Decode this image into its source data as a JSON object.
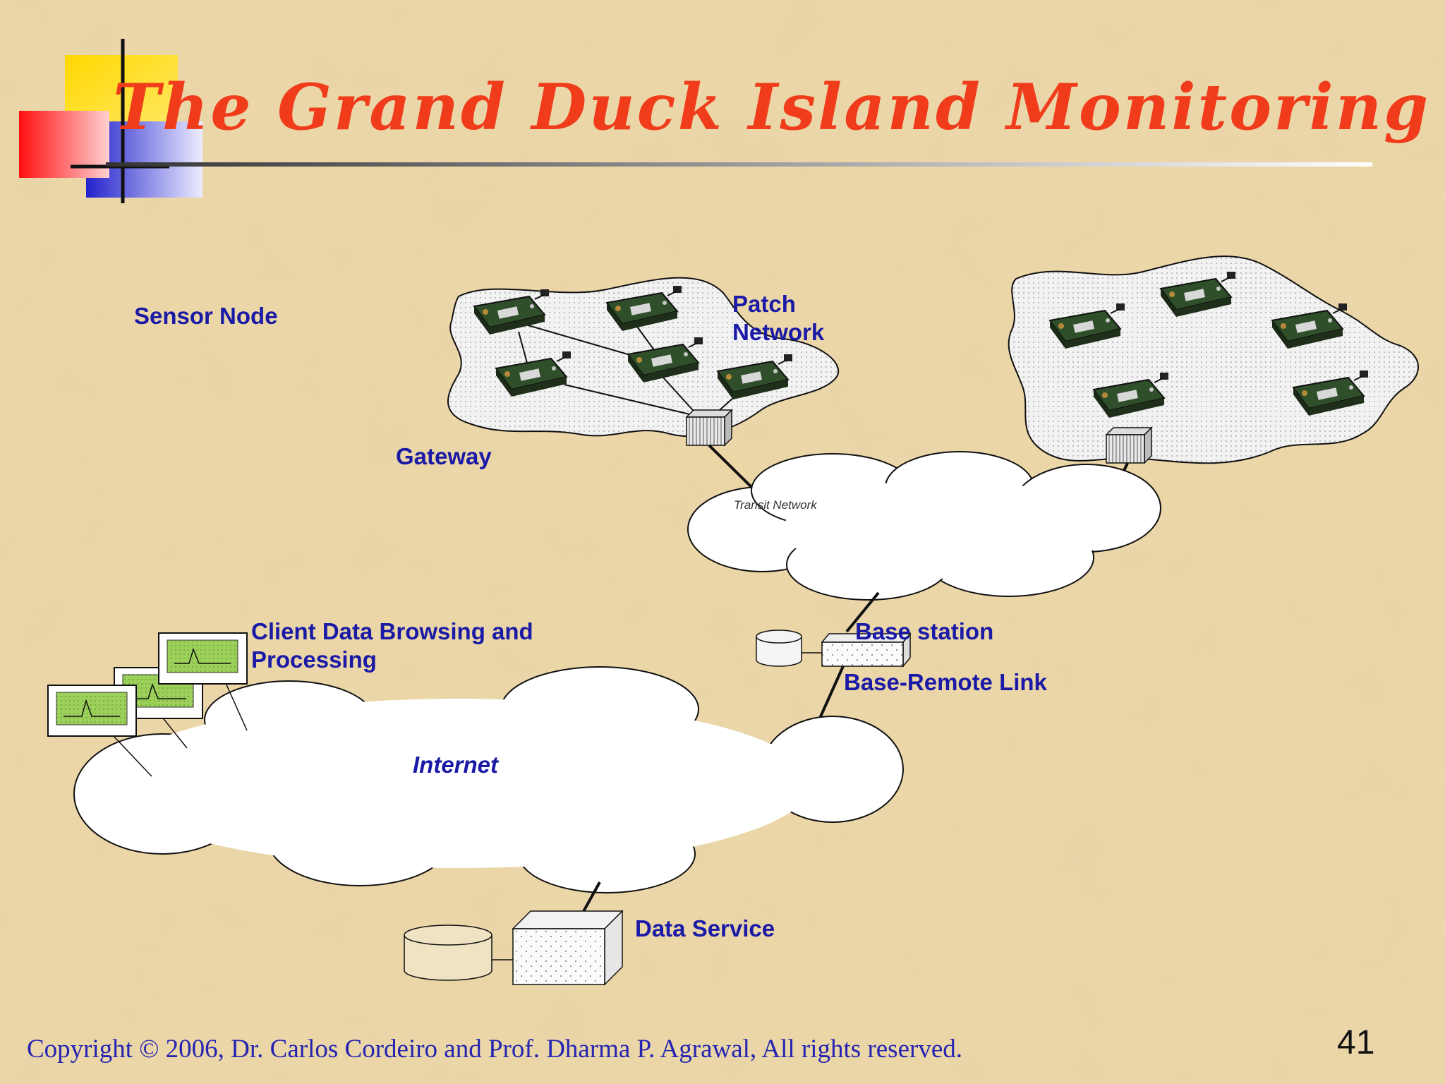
{
  "slide": {
    "title": "The Grand Duck Island Monitoring Netwo",
    "footer": "Copyright © 2006, Dr. Carlos Cordeiro and  Prof. Dharma P. Agrawal,  All rights reserved.",
    "page_number": "41"
  },
  "diagram": {
    "labels": {
      "sensor_node": "Sensor Node",
      "patch_network_line1": "Patch",
      "patch_network_line2": "Network",
      "gateway": "Gateway",
      "transit_network": "Transit Network",
      "base_station": "Base station",
      "base_remote_link": "Base-Remote Link",
      "client_line1": "Client Data Browsing and",
      "client_line2": "Processing",
      "internet": "Internet",
      "data_service": "Data Service"
    }
  },
  "colors": {
    "title": "#f03c1a",
    "label": "#1a1aa6",
    "footer": "#2424b0",
    "background": "#e9d2a0"
  }
}
